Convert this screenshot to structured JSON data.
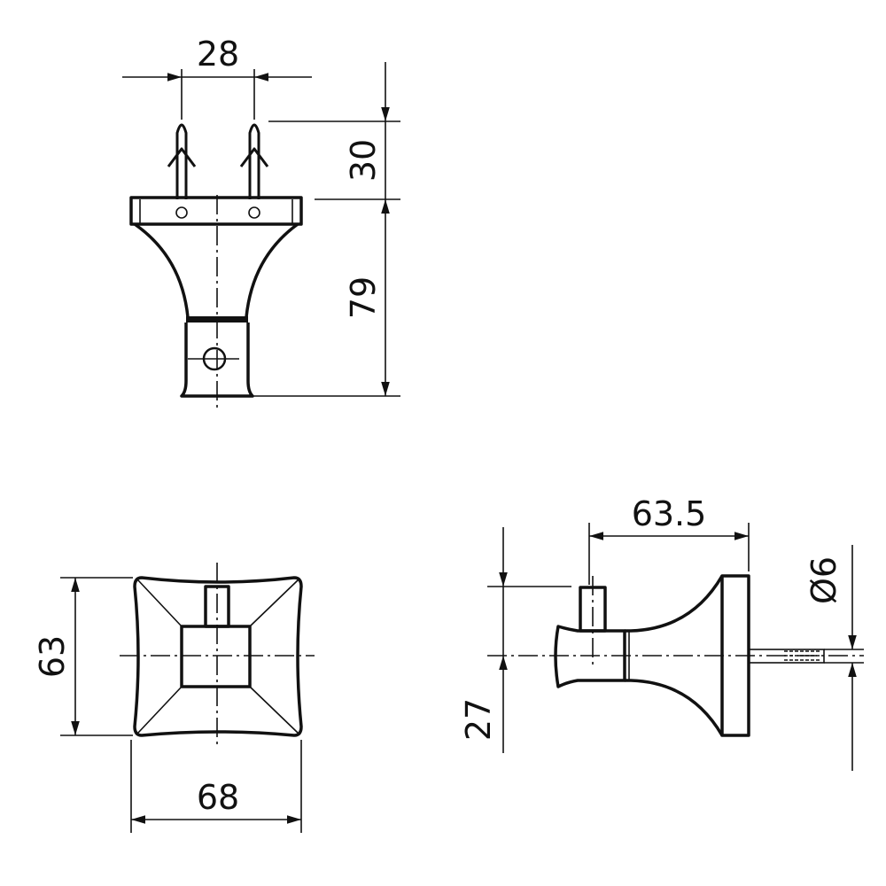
{
  "dimensions": {
    "anchor_spacing": "28",
    "anchor_length": "30",
    "height": "79",
    "plate_height": "63",
    "plate_width": "68",
    "projection": "63.5",
    "peg_offset": "27",
    "screw_diameter": "Ø6"
  },
  "colors": {
    "line": "#111111",
    "background": "#ffffff"
  }
}
